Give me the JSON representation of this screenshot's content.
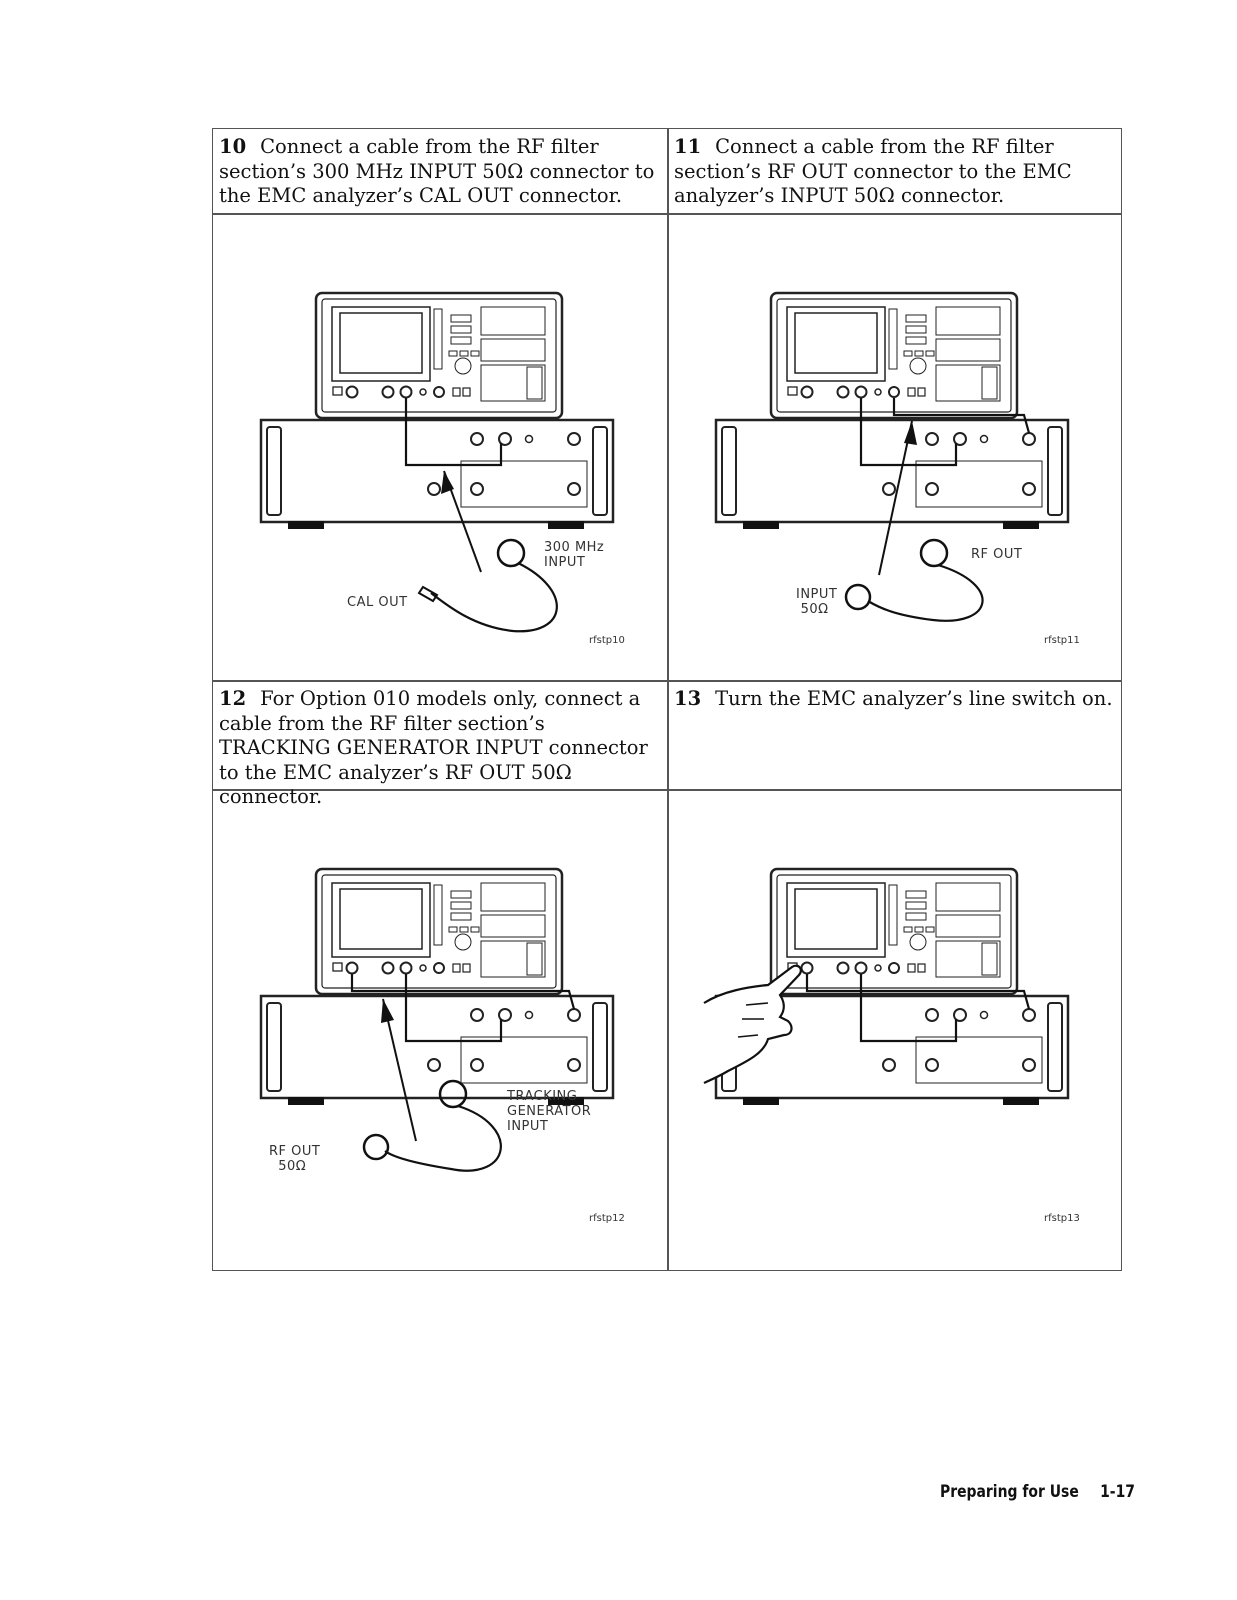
{
  "steps": [
    {
      "number": "10",
      "text": "Connect a cable from the RF filter section’s 300 MHz INPUT 50Ω connector to the EMC analyzer’s CAL OUT connector.",
      "figure": {
        "id": "rfstp10",
        "labels": [
          "300 MHz\nINPUT",
          "CAL OUT"
        ]
      }
    },
    {
      "number": "11",
      "text": "Connect a cable from the RF filter section’s RF OUT connector to the EMC analyzer’s INPUT 50Ω connector.",
      "figure": {
        "id": "rfstp11",
        "labels": [
          "RF OUT",
          "INPUT\n 50Ω"
        ]
      }
    },
    {
      "number": "12",
      "text": "For Option 010 models only, connect a cable from the RF filter section’s TRACKING GENERATOR INPUT connector to the EMC analyzer’s RF OUT 50Ω connector.",
      "figure": {
        "id": "rfstp12",
        "labels": [
          "TRACKING\nGENERATOR\nINPUT",
          "RF OUT\n  50Ω"
        ]
      }
    },
    {
      "number": "13",
      "text": "Turn the EMC analyzer’s line switch on.",
      "figure": {
        "id": "rfstp13",
        "labels": []
      }
    }
  ],
  "footer": {
    "section": "Preparing for Use",
    "page": "1-17"
  }
}
